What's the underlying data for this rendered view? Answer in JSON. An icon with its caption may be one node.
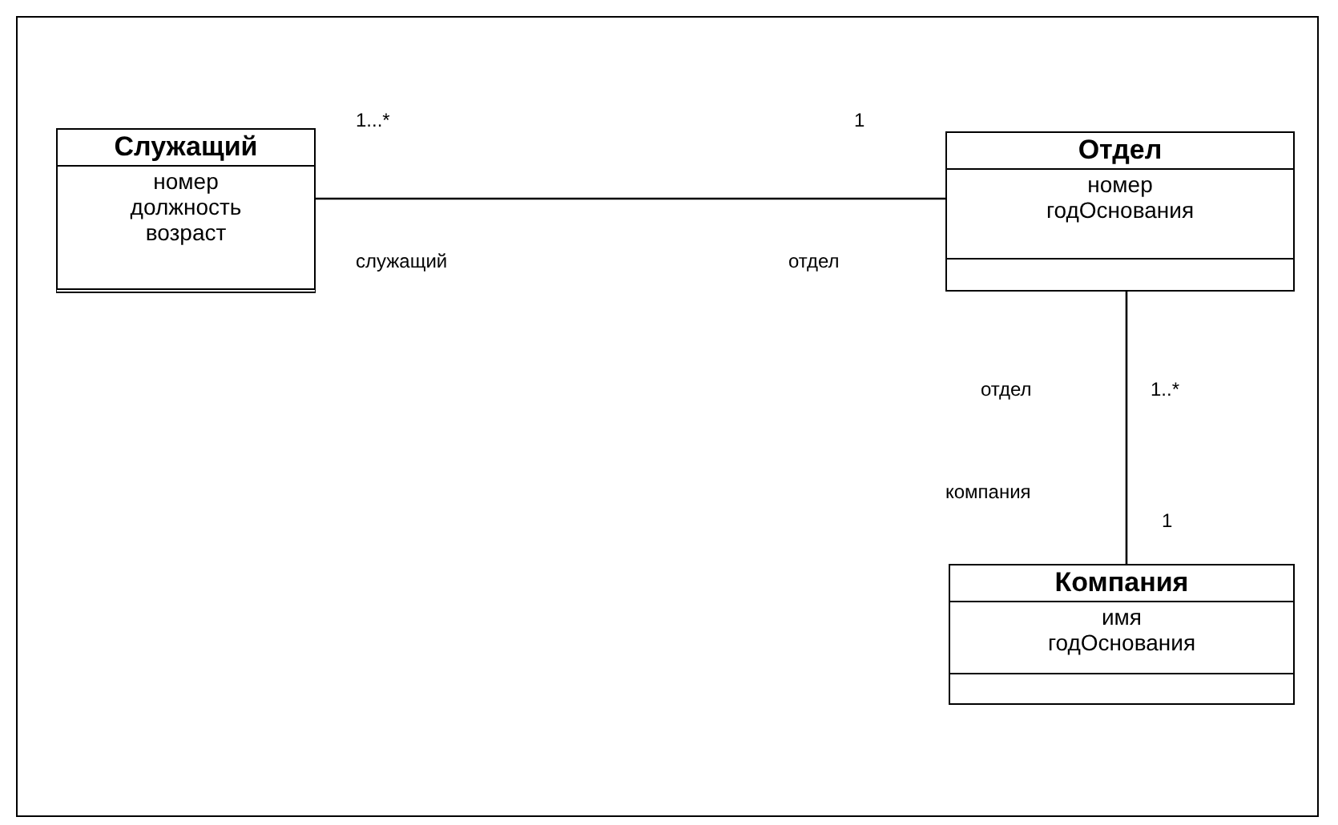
{
  "diagram": {
    "nodes": [
      {
        "text": [
          "Служащий",
          "номер",
          "должность",
          "возраст"
        ]
      },
      {
        "text": [
          "Отдел",
          "номер",
          "годОснования"
        ]
      },
      {
        "text": [
          "Компания",
          "имя",
          "годОснования"
        ]
      }
    ],
    "edges": [
      {
        "from": 0,
        "to": 1,
        "arrow": "none"
      },
      {
        "from": 1,
        "to": 2,
        "arrow": "none"
      }
    ],
    "labels": [
      "1...*",
      "1",
      "служащий",
      "отдел",
      "отдел",
      "1..*",
      "компания",
      "1"
    ]
  }
}
